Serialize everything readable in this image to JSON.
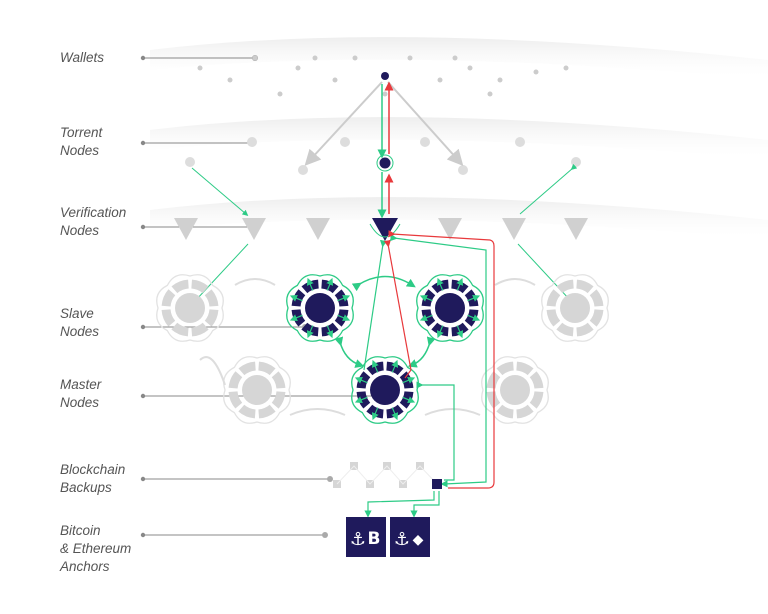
{
  "layers": [
    {
      "id": "wallets",
      "lines": [
        "Wallets"
      ]
    },
    {
      "id": "torrent",
      "lines": [
        "Torrent",
        "Nodes"
      ]
    },
    {
      "id": "verification",
      "lines": [
        "Verification",
        "Nodes"
      ]
    },
    {
      "id": "slave",
      "lines": [
        "Slave",
        "Nodes"
      ]
    },
    {
      "id": "master",
      "lines": [
        "Master",
        "Nodes"
      ]
    },
    {
      "id": "backups",
      "lines": [
        "Blockchain",
        "Backups"
      ]
    },
    {
      "id": "anchors",
      "lines": [
        "Bitcoin",
        "& Ethereum",
        "Anchors"
      ]
    }
  ],
  "anchors": [
    {
      "name": "bitcoin",
      "symbol": "B"
    },
    {
      "name": "ethereum",
      "symbol": "◆"
    }
  ],
  "colors": {
    "primary": "#1f1a5c",
    "flow": "#2dcb86",
    "alert": "#e8393c",
    "inactive": "#d3d3d3",
    "label": "#555555"
  }
}
